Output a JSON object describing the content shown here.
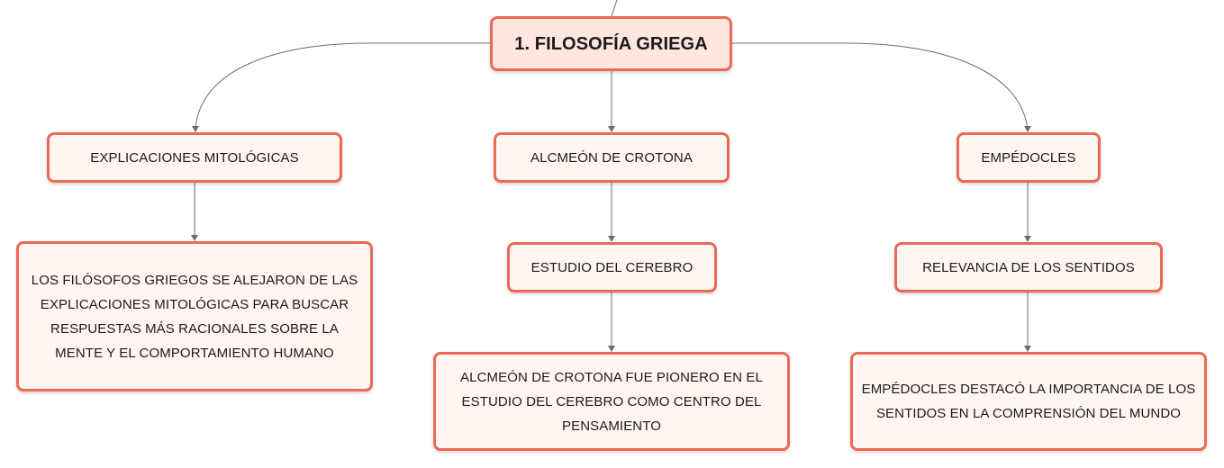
{
  "colors": {
    "node_border": "#ea6a57",
    "node_fill": "#fff6f2",
    "root_fill": "#ffe6df",
    "connector": "#6b6b6b"
  },
  "root": {
    "label": "1. FILOSOFÍA GRIEGA"
  },
  "branches": [
    {
      "label": "EXPLICACIONES MITOLÓGICAS",
      "description": "LOS FILÓSOFOS GRIEGOS SE ALEJARON DE LAS EXPLICACIONES MITOLÓGICAS PARA BUSCAR RESPUESTAS MÁS RACIONALES SOBRE LA MENTE Y EL COMPORTAMIENTO HUMANO"
    },
    {
      "label": "ALCMEÓN DE CROTONA",
      "subtopic": "ESTUDIO DEL CEREBRO",
      "description": "ALCMEÓN DE CROTONA FUE PIONERO EN EL ESTUDIO DEL CEREBRO COMO CENTRO DEL PENSAMIENTO"
    },
    {
      "label": "EMPÉDOCLES",
      "subtopic": "RELEVANCIA DE LOS SENTIDOS",
      "description": "EMPÉDOCLES DESTACÓ LA IMPORTANCIA DE LOS SENTIDOS EN LA COMPRENSIÓN DEL MUNDO"
    }
  ]
}
